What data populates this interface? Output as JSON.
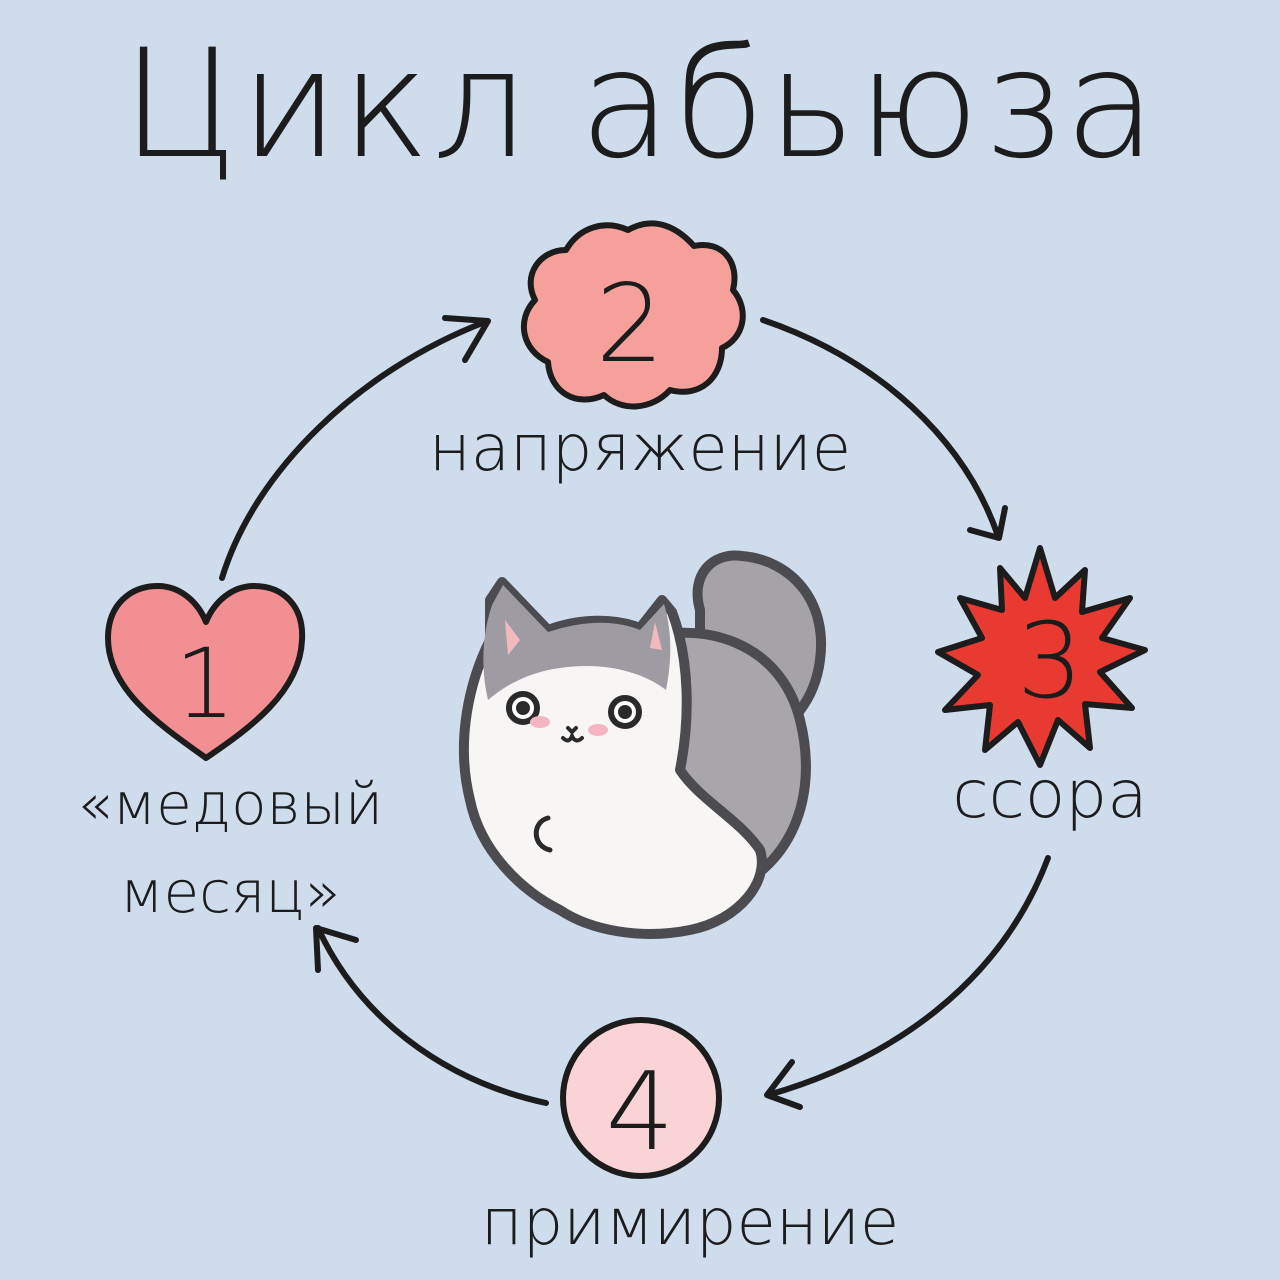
{
  "title": "Цикл абьюза",
  "stages": [
    {
      "number": "1",
      "label_line1": "«медовый",
      "label_line2": "месяц»",
      "shape": "heart-icon",
      "color": "#f28f92"
    },
    {
      "number": "2",
      "label": "напряжение",
      "shape": "wavy-blob-icon",
      "color": "#f5a09b"
    },
    {
      "number": "3",
      "label": "ссора",
      "shape": "starburst-icon",
      "color": "#e83a30"
    },
    {
      "number": "4",
      "label": "примирение",
      "shape": "circle-icon",
      "color": "#f9d3d5"
    }
  ],
  "colors": {
    "background": "#cfdcec",
    "ink": "#1c1c1c"
  },
  "center_image": "cat-illustration"
}
